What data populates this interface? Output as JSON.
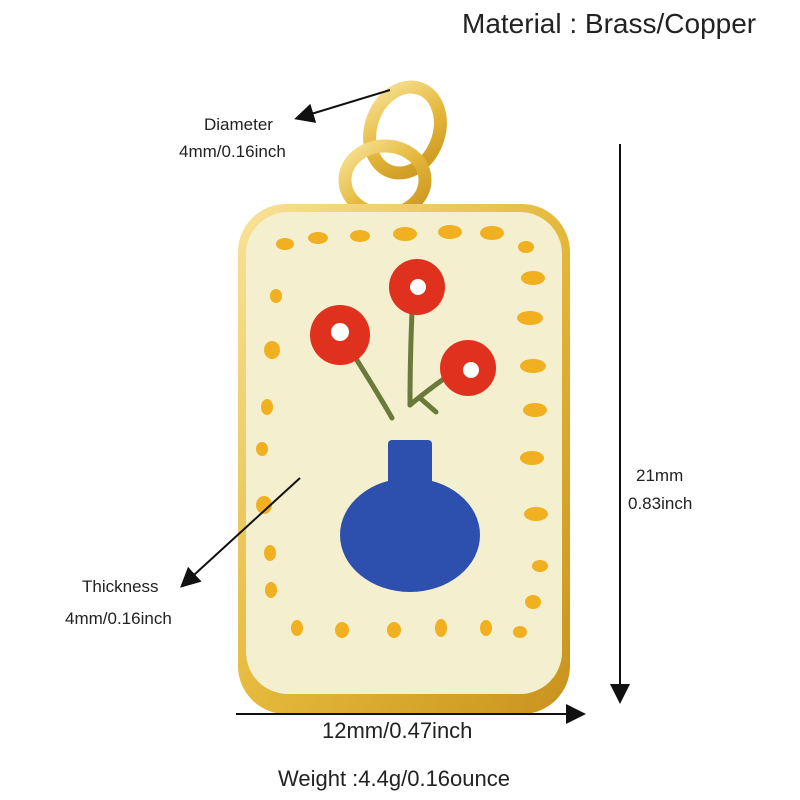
{
  "material": {
    "label": "Material : Brass/Copper"
  },
  "diameter": {
    "label": "Diameter",
    "value": "4mm/0.16inch"
  },
  "thickness": {
    "label": "Thickness",
    "value": "4mm/0.16inch"
  },
  "height": {
    "mm": "21mm",
    "inch": "0.83inch"
  },
  "width": {
    "label": "12mm/0.47inch"
  },
  "weight": {
    "label": "Weight :4.4g/0.16ounce"
  },
  "colors": {
    "gold": "#e8c04a",
    "enamel": "#f4efce",
    "flower": "#e0301e",
    "vase": "#2d4fae",
    "dots": "#f0b020",
    "stem": "#6a7a3a"
  },
  "product": {
    "name": "enamel-vase-flower-pendant"
  }
}
